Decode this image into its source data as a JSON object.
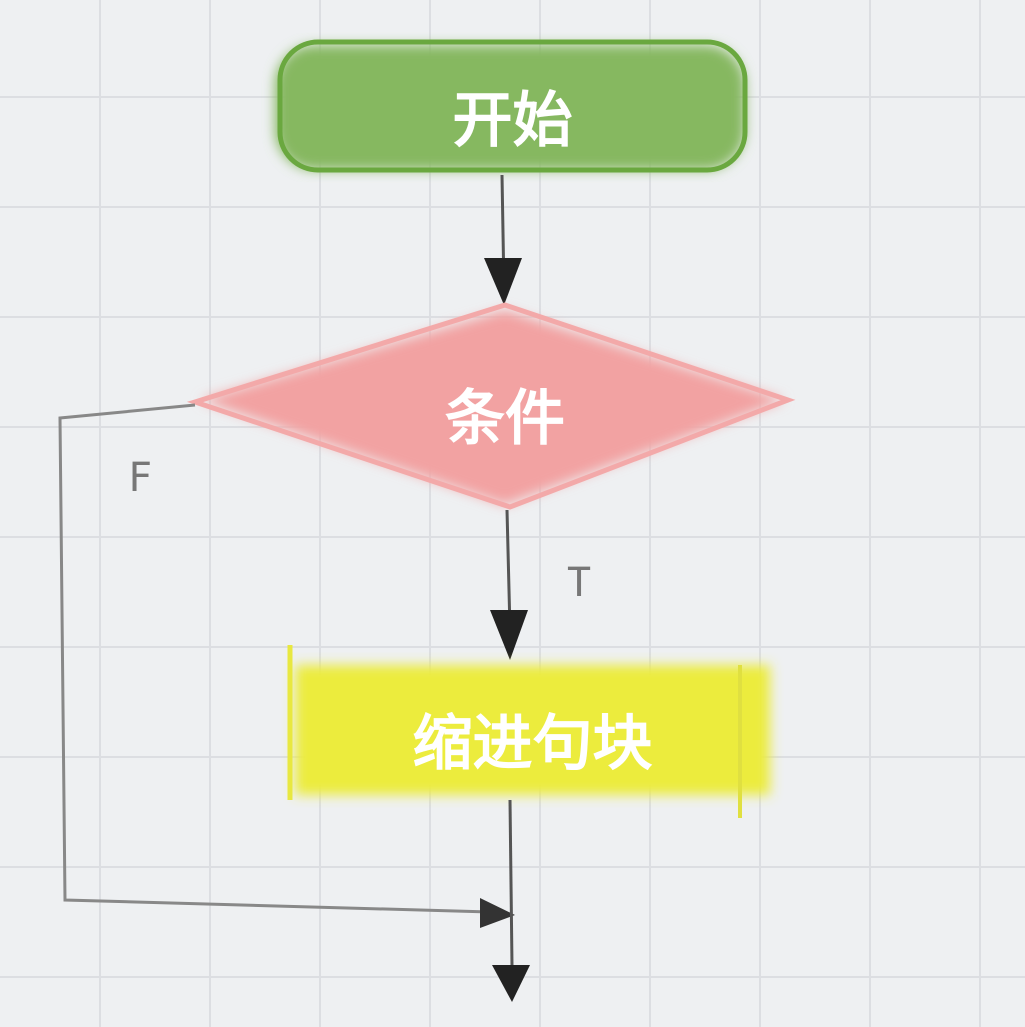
{
  "diagram": {
    "nodes": {
      "start": {
        "label": "开始",
        "color": "#7fb356"
      },
      "condition": {
        "label": "条件",
        "color": "#f2a3a3"
      },
      "block": {
        "label": "缩进句块",
        "color": "#eded45"
      }
    },
    "edges": {
      "false_label": "F",
      "true_label": "T"
    },
    "colors": {
      "background": "#eef0f2",
      "grid": "#dcdee2",
      "arrow": "#222222",
      "false_line": "#888888"
    }
  }
}
